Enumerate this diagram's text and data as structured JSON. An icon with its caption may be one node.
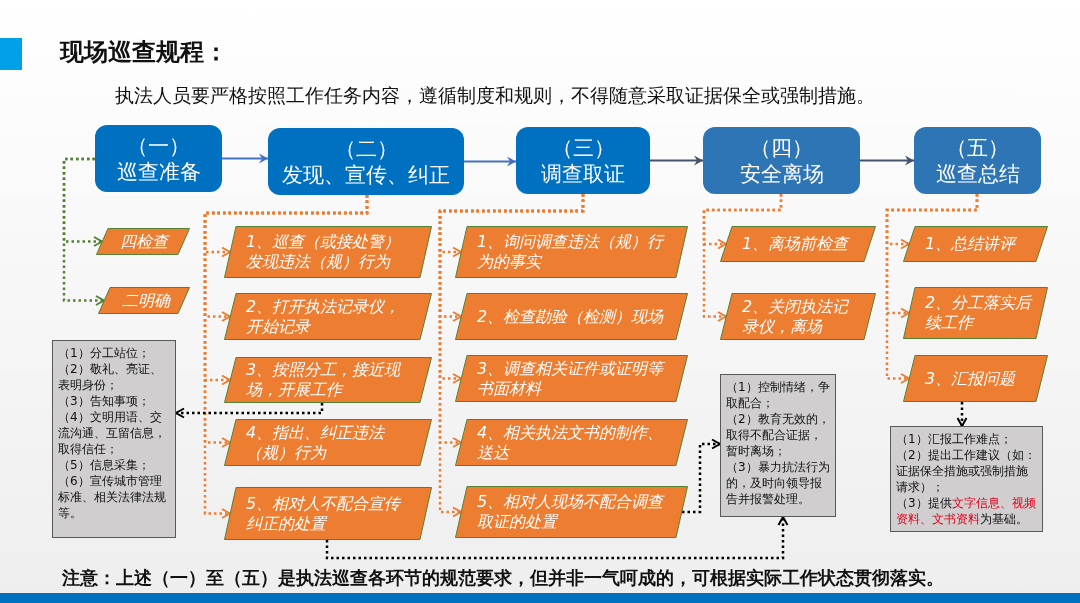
{
  "diagram": {
    "title": "现场巡查规程：",
    "nodes": [
      {
        "text": [
          "（一）",
          "巡查准备"
        ]
      },
      {
        "text": [
          "（二）",
          "发现、宣传、纠正"
        ]
      },
      {
        "text": [
          "（三）",
          "调查取证"
        ]
      },
      {
        "text": [
          "（四）",
          "安全离场"
        ]
      },
      {
        "text": [
          "（五）",
          "巡查总结"
        ]
      },
      {
        "text": [
          "四检查"
        ]
      },
      {
        "text": [
          "二明确"
        ]
      },
      {
        "text": [
          "1、巡查（或接处警）发现违法（规）行为"
        ]
      },
      {
        "text": [
          "2、打开执法记录仪，开始记录"
        ]
      },
      {
        "text": [
          "3、按照分工，接近现场，开展工作"
        ]
      },
      {
        "text": [
          "4、指出、纠正违法（规）行为"
        ]
      },
      {
        "text": [
          "5、相对人不配合宣传纠正的处置"
        ]
      },
      {
        "text": [
          "1、询问调查违法（规）行为的事实"
        ]
      },
      {
        "text": [
          "2、检查勘验（检测）现场"
        ]
      },
      {
        "text": [
          "3、调查相关证件或证明等书面材料"
        ]
      },
      {
        "text": [
          "4、相关执法文书的制作、送达"
        ]
      },
      {
        "text": [
          "5、相对人现场不配合调查取证的处置"
        ]
      },
      {
        "text": [
          "1、离场前检查"
        ]
      },
      {
        "text": [
          "2、关闭执法记录仪，离场"
        ]
      },
      {
        "text": [
          "1、总结讲评"
        ]
      },
      {
        "text": [
          "2、分工落实后续工作"
        ]
      },
      {
        "text": [
          "3、汇报问题"
        ]
      },
      {
        "text": [
          "（1）分工站位；",
          "（2）敬礼、亮证、表明身份；",
          "（3）告知事项；",
          "（4）文明用语、交流沟通、互留信息，取得信任；",
          "（5）信息采集；",
          "（6）宣传城市管理标准、相关法律法规等。"
        ]
      },
      {
        "text": [
          "（1）控制情绪，争取配合；",
          "（2）教育无效的，取得不配合证据，暂时离场；",
          "（3）暴力抗法行为的，及时向领导报告并报警处理。"
        ]
      },
      {
        "text": [
          "（1）汇报工作难点；",
          "（2）提出工作建议（如：证据保全措施或强制措施请求）；",
          "（3）提供**文字信息、视频资料、文书资料**为基础。"
        ]
      }
    ],
    "edges": [
      {
        "from": 0,
        "to": 1,
        "arrow": "to",
        "color": "#4472c4"
      },
      {
        "from": 1,
        "to": 2,
        "arrow": "to",
        "color": "#4472c4"
      },
      {
        "from": 2,
        "to": 3,
        "arrow": "to",
        "color": "#44546a"
      },
      {
        "from": 3,
        "to": 4,
        "arrow": "to",
        "color": "#44546a"
      },
      {
        "from": 0,
        "to": 5,
        "arrow": "to",
        "style": "dashed",
        "color": "#548235"
      },
      {
        "from": 0,
        "to": 6,
        "arrow": "to",
        "style": "dashed",
        "color": "#548235"
      },
      {
        "from": 1,
        "to": 7,
        "arrow": "to",
        "style": "dashed",
        "color": "#ed7d31"
      },
      {
        "from": 1,
        "to": 8,
        "arrow": "to",
        "style": "dashed",
        "color": "#ed7d31"
      },
      {
        "from": 1,
        "to": 9,
        "arrow": "to",
        "style": "dashed",
        "color": "#ed7d31"
      },
      {
        "from": 1,
        "to": 10,
        "arrow": "to",
        "style": "dashed",
        "color": "#ed7d31"
      },
      {
        "from": 1,
        "to": 11,
        "arrow": "to",
        "style": "dashed",
        "color": "#ed7d31"
      },
      {
        "from": 2,
        "to": 12,
        "arrow": "to",
        "style": "dashed",
        "color": "#ed7d31"
      },
      {
        "from": 2,
        "to": 13,
        "arrow": "to",
        "style": "dashed",
        "color": "#ed7d31"
      },
      {
        "from": 2,
        "to": 14,
        "arrow": "to",
        "style": "dashed",
        "color": "#ed7d31"
      },
      {
        "from": 2,
        "to": 15,
        "arrow": "to",
        "style": "dashed",
        "color": "#ed7d31"
      },
      {
        "from": 2,
        "to": 16,
        "arrow": "to",
        "style": "dashed",
        "color": "#ed7d31"
      },
      {
        "from": 3,
        "to": 17,
        "arrow": "to",
        "style": "dashed",
        "color": "#ed7d31"
      },
      {
        "from": 3,
        "to": 18,
        "arrow": "to",
        "style": "dashed",
        "color": "#ed7d31"
      },
      {
        "from": 4,
        "to": 19,
        "arrow": "to",
        "style": "dashed",
        "color": "#ed7d31"
      },
      {
        "from": 4,
        "to": 20,
        "arrow": "to",
        "style": "dashed",
        "color": "#ed7d31"
      },
      {
        "from": 4,
        "to": 21,
        "arrow": "to",
        "style": "dashed",
        "color": "#ed7d31"
      },
      {
        "from": 9,
        "to": 22,
        "arrow": "to",
        "style": "dashed",
        "color": "#000000"
      },
      {
        "from": 11,
        "to": 23,
        "arrow": "to",
        "style": "dashed",
        "color": "#000000"
      },
      {
        "from": 16,
        "to": 23,
        "arrow": "to",
        "style": "dashed",
        "color": "#000000"
      },
      {
        "from": 21,
        "to": 24,
        "arrow": "to",
        "style": "dashed",
        "color": "#000000"
      }
    ],
    "labels": [
      "执法人员要严格按照工作任务内容，遵循制度和规则，不得随意采取证据保全或强制措施。",
      "注意：上述（一）至（五）是执法巡查各环节的规范要求，但并非一气呵成的，可根据实际工作状态贯彻落实。"
    ]
  }
}
